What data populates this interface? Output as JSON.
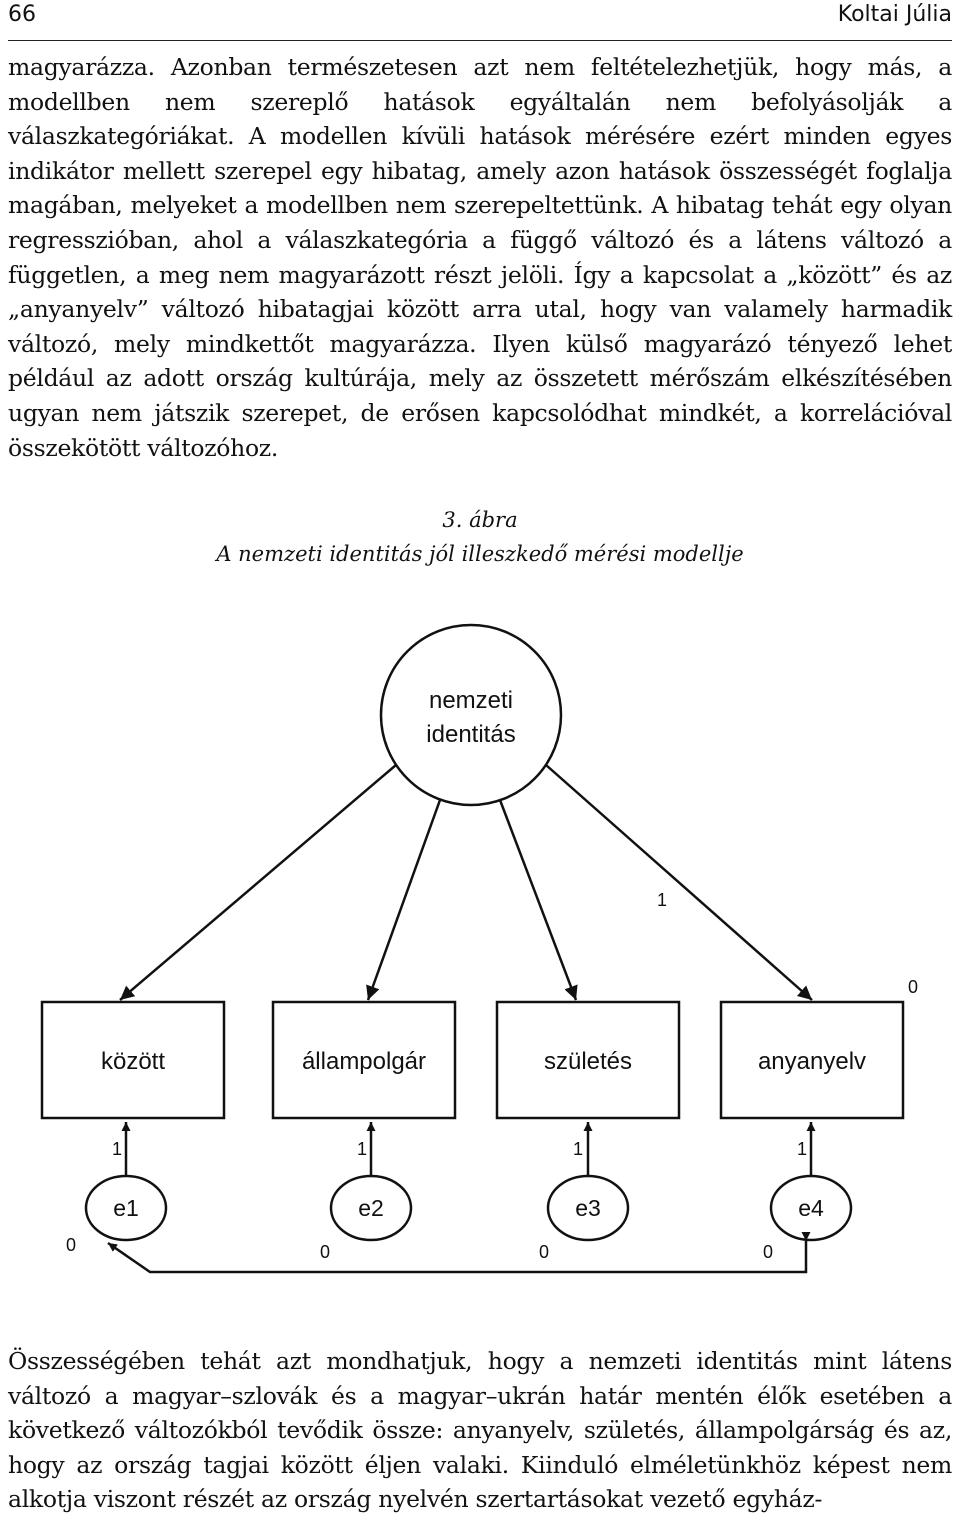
{
  "header": {
    "page_number": "66",
    "running_head": "Koltai Júlia"
  },
  "paragraphs": {
    "p1": "magyarázza. Azonban természetesen azt nem feltételezhetjük, hogy más, a modellben nem szereplő hatások egyáltalán nem befolyásolják a válaszkategóriákat. A modellen kívüli hatások mérésére ezért minden egyes indikátor mellett szerepel egy hibatag, amely azon hatások összességét foglalja magában, melyeket a modellben nem szerepeltettünk. A hibatag tehát egy olyan regresszióban, ahol a válaszkategória a függő változó és a látens változó a független, a meg nem magyarázott részt jelöli. Így a kapcsolat a „között” és az „anyanyelv” változó hibatagjai között arra utal, hogy van valamely harmadik változó, mely mindkettőt magyarázza. Ilyen külső magyarázó tényező lehet például az adott ország kultúrája, mely az összetett mérőszám elkészítésében ugyan nem játszik szerepet, de erősen kapcsolódhat mindkét, a korrelációval összekötött változóhoz.",
    "p2": "Összességében tehát azt mondhatjuk, hogy a nemzeti identitás mint látens változó a magyar–szlovák és a magyar–ukrán határ mentén élők esetében a következő változókból tevődik össze: anyanyelv, születés, állampolgárság és az, hogy az ország tagjai között éljen valaki. Kiinduló elméletünkhöz képest nem alkotja viszont részét az ország nyelvén szertartásokat vezető egyház-"
  },
  "figure": {
    "number": "3. ábra",
    "title": "A nemzeti identitás jól illeszkedő mérési modellje",
    "latent": {
      "line1": "nemzeti",
      "line2": "identitás"
    },
    "loading_label": "1",
    "latent_variance": "0",
    "indicators": [
      {
        "label": "között",
        "error": "e1",
        "error_loading": "1",
        "error_variance": "0"
      },
      {
        "label": "állampolgár",
        "error": "e2",
        "error_loading": "1",
        "error_variance": "0"
      },
      {
        "label": "születés",
        "error": "e3",
        "error_loading": "1",
        "error_variance": "0"
      },
      {
        "label": "anyanyelv",
        "error": "e4",
        "error_loading": "1",
        "error_variance": "0"
      }
    ]
  }
}
